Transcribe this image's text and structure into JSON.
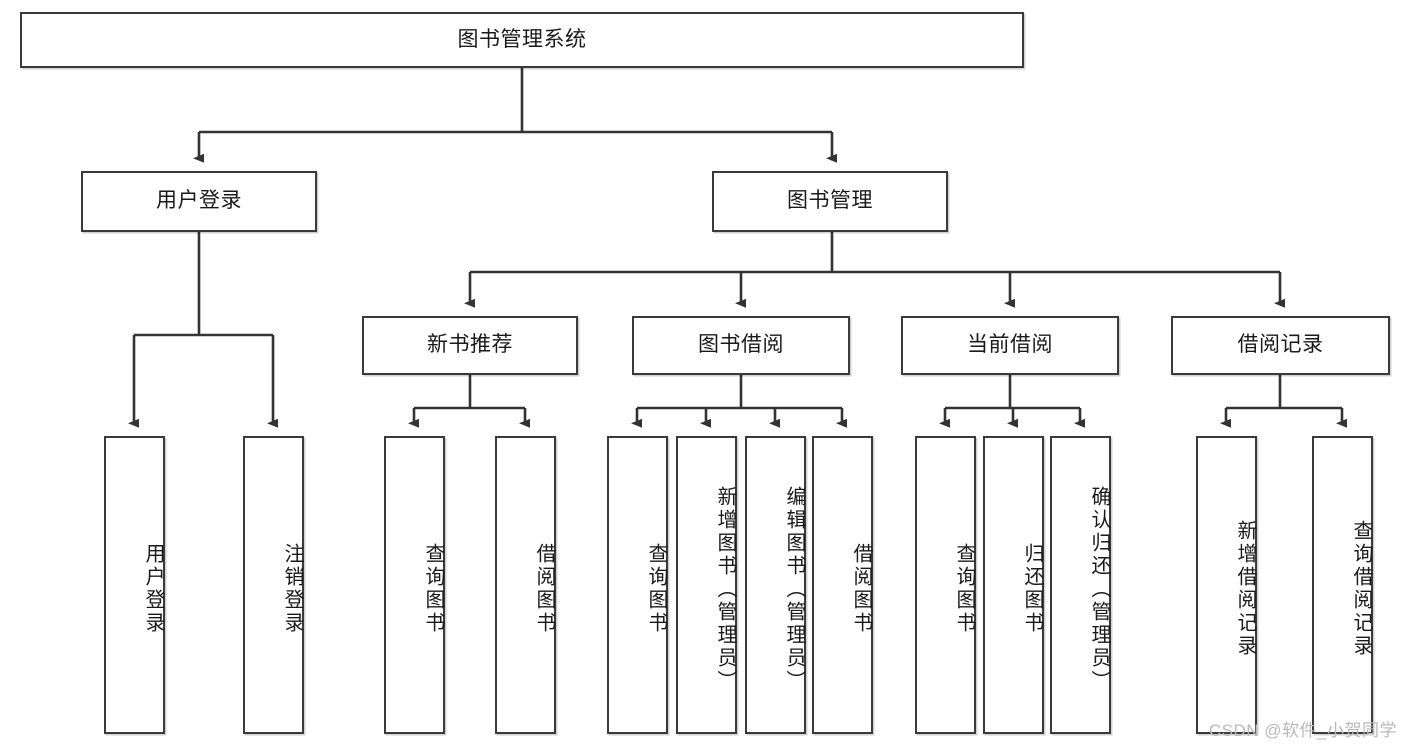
{
  "diagram": {
    "title": "图书管理系统",
    "type": "tree-hierarchy-diagram",
    "colors": {
      "box_border": "#3a3a3a",
      "box_fill": "#ffffff",
      "connector": "#333333",
      "text": "#1a1a1a",
      "watermark": "#b9b9b9",
      "background": "#ffffff"
    },
    "root": {
      "label": "图书管理系统"
    },
    "level2": [
      {
        "label": "用户登录"
      },
      {
        "label": "图书管理"
      }
    ],
    "level3": [
      {
        "label": "新书推荐"
      },
      {
        "label": "图书借阅"
      },
      {
        "label": "当前借阅"
      },
      {
        "label": "借阅记录"
      }
    ],
    "leaves": {
      "user_login": [
        {
          "label": "用户登录"
        },
        {
          "label": "注销登录"
        }
      ],
      "new_book_recommend": [
        {
          "label": "查询图书"
        },
        {
          "label": "借阅图书"
        }
      ],
      "book_borrow": [
        {
          "label": "查询图书"
        },
        {
          "label": "新增图书（管理员）"
        },
        {
          "label": "编辑图书（管理员）"
        },
        {
          "label": "借阅图书"
        }
      ],
      "current_borrow": [
        {
          "label": "查询图书"
        },
        {
          "label": "归还图书"
        },
        {
          "label": "确认归还（管理员）"
        }
      ],
      "borrow_record": [
        {
          "label": "新增借阅记录"
        },
        {
          "label": "查询借阅记录"
        }
      ]
    }
  },
  "watermark": {
    "text": "CSDN @软件_小贺同学"
  }
}
